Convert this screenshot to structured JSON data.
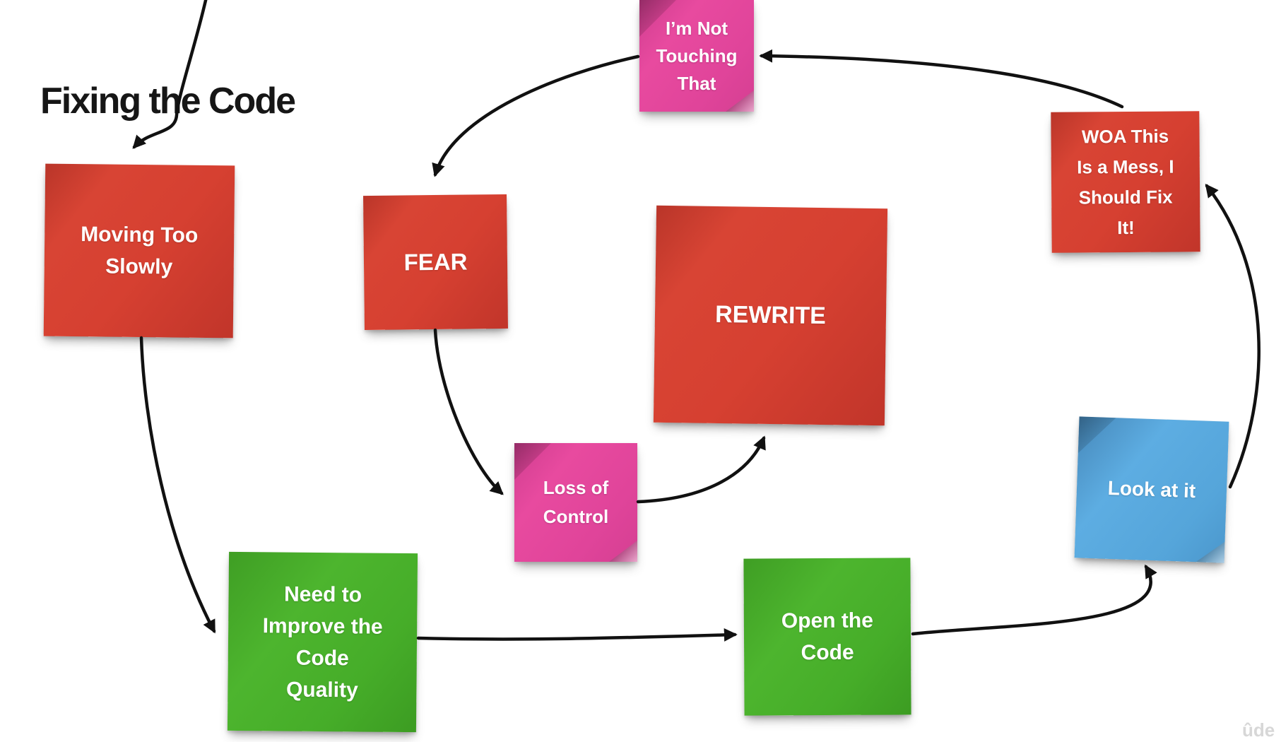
{
  "title": "Fixing the Code",
  "diagram_type": "sticky-note flowchart",
  "colors": {
    "note_red": "#d64031",
    "note_pink": "#e84a9f",
    "note_green": "#46ad29",
    "note_blue": "#55a5da",
    "arrow": "#111111",
    "title_text": "#161616",
    "note_text": "#ffffff",
    "background": "#ffffff"
  },
  "notes": {
    "moving_too_slowly": {
      "text": "Moving Too\nSlowly",
      "color": "red"
    },
    "im_not_touching_that": {
      "text": "I’m Not\nTouching\nThat",
      "color": "pink"
    },
    "fear": {
      "text": "FEAR",
      "color": "red"
    },
    "rewrite": {
      "text": "REWRITE",
      "color": "red"
    },
    "woa_mess": {
      "text": "WOA This\nIs a Mess, I\nShould Fix\nIt!",
      "color": "red"
    },
    "loss_of_control": {
      "text": "Loss of\nControl",
      "color": "pink"
    },
    "look_at_it": {
      "text": "Look at it",
      "color": "blue"
    },
    "need_to_improve": {
      "text": "Need to\nImprove the\nCode\nQuality",
      "color": "green"
    },
    "open_the_code": {
      "text": "Open the\nCode",
      "color": "green"
    }
  },
  "edges": [
    {
      "from": "offscreen-top",
      "to": "moving_too_slowly"
    },
    {
      "from": "moving_too_slowly",
      "to": "need_to_improve"
    },
    {
      "from": "need_to_improve",
      "to": "open_the_code"
    },
    {
      "from": "open_the_code",
      "to": "look_at_it"
    },
    {
      "from": "look_at_it",
      "to": "woa_mess"
    },
    {
      "from": "woa_mess",
      "to": "im_not_touching_that"
    },
    {
      "from": "im_not_touching_that",
      "to": "fear"
    },
    {
      "from": "fear",
      "to": "loss_of_control"
    },
    {
      "from": "loss_of_control",
      "to": "rewrite"
    }
  ],
  "watermark": {
    "text": "ûde"
  }
}
